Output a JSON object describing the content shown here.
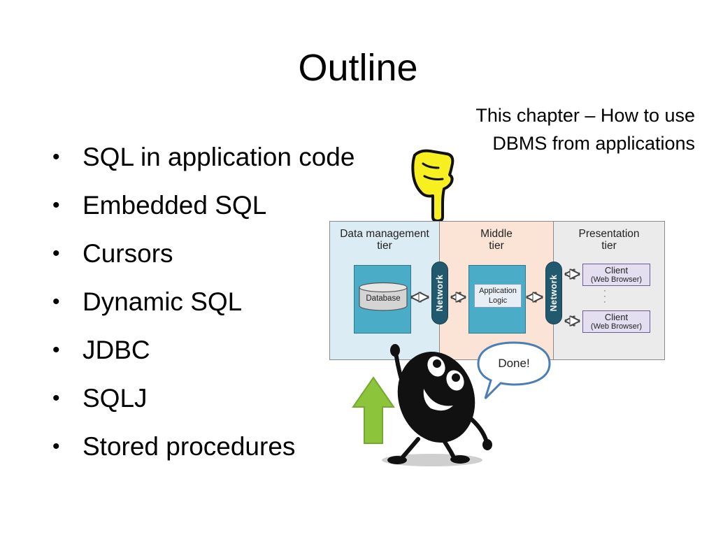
{
  "slide": {
    "title": "Outline",
    "note_line1": "This chapter – How to use",
    "note_line2": "DBMS from applications",
    "bullets": [
      "SQL in application code",
      "Embedded SQL",
      "Cursors",
      "Dynamic SQL",
      "JDBC",
      "SQLJ",
      "Stored procedures"
    ],
    "bullet_glyph": "•"
  },
  "diagram": {
    "tiers": [
      {
        "line1": "Data management",
        "line2": "tier"
      },
      {
        "line1": "Middle",
        "line2": "tier"
      },
      {
        "line1": "Presentation",
        "line2": "tier"
      }
    ],
    "database_label": "Database",
    "app_line1": "Application",
    "app_line2": "Logic",
    "network_label": "Network",
    "clients": [
      {
        "name": "Client",
        "sub": "(Web Browser)"
      },
      {
        "name": "Client",
        "sub": "(Web Browser)"
      }
    ],
    "vdots": "·\n·\n·",
    "colors": {
      "data_tier": "#dcecf4",
      "middle_tier": "#fbe4d5",
      "presentation_tier": "#ebebeb",
      "teal": "#4aacc6",
      "network": "#215a6f",
      "client": "#e4dff0"
    }
  },
  "callout": {
    "text": "Done!"
  },
  "icons": {
    "pointing_hand": "pointing-hand-icon",
    "up_arrow": "green-up-arrow-icon",
    "character": "cartoon-character-icon"
  }
}
